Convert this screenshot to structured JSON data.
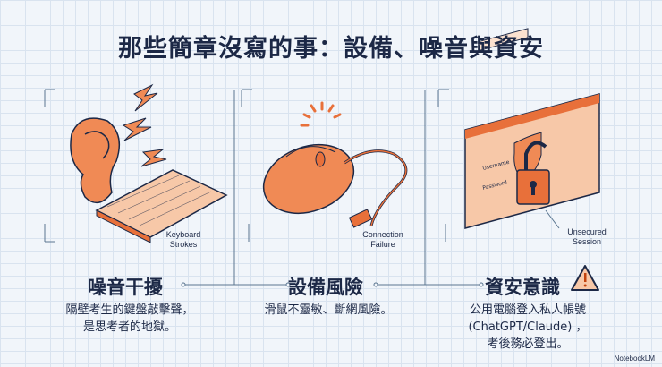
{
  "title": "那些簡章沒寫的事：設備、噪音與資安",
  "sections": [
    {
      "heading": "噪音干擾",
      "description_lines": [
        "隔壁考生的鍵盤敲擊聲，",
        "是思考者的地獄。"
      ],
      "callout": [
        "Keyboard",
        "Strokes"
      ],
      "icon": "ear-keyboard-icon"
    },
    {
      "heading": "設備風險",
      "description_lines": [
        "滑鼠不靈敏、斷網風險。"
      ],
      "callout": [
        "Connection",
        "Failure"
      ],
      "icon": "mouse-icon"
    },
    {
      "heading": "資安意識",
      "description_lines": [
        "公用電腦登入私人帳號",
        "(ChatGPT/Claude) ，",
        "考後務必登出。"
      ],
      "callout": [
        "Unsecured",
        "Session"
      ],
      "icon": "padlock-login-icon"
    }
  ],
  "illustration_text": {
    "username": "Username",
    "password": "Password"
  },
  "brand": "NotebookLM",
  "colors": {
    "accent": "#e8703a",
    "accent_light": "#f7b48c",
    "navy": "#1c2846",
    "background": "#f1f5fa"
  }
}
